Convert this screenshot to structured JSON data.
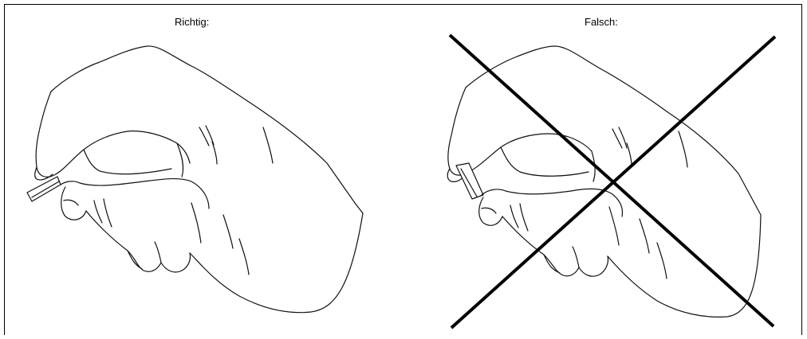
{
  "panels": [
    {
      "caption": "Richtig:",
      "state": "correct"
    },
    {
      "caption": "Falsch:",
      "state": "wrong"
    }
  ],
  "icons": {
    "correct_panel": "hand-holding-card-icon",
    "wrong_panel": "hand-holding-card-icon",
    "wrong_mark": "cross-out-icon"
  }
}
